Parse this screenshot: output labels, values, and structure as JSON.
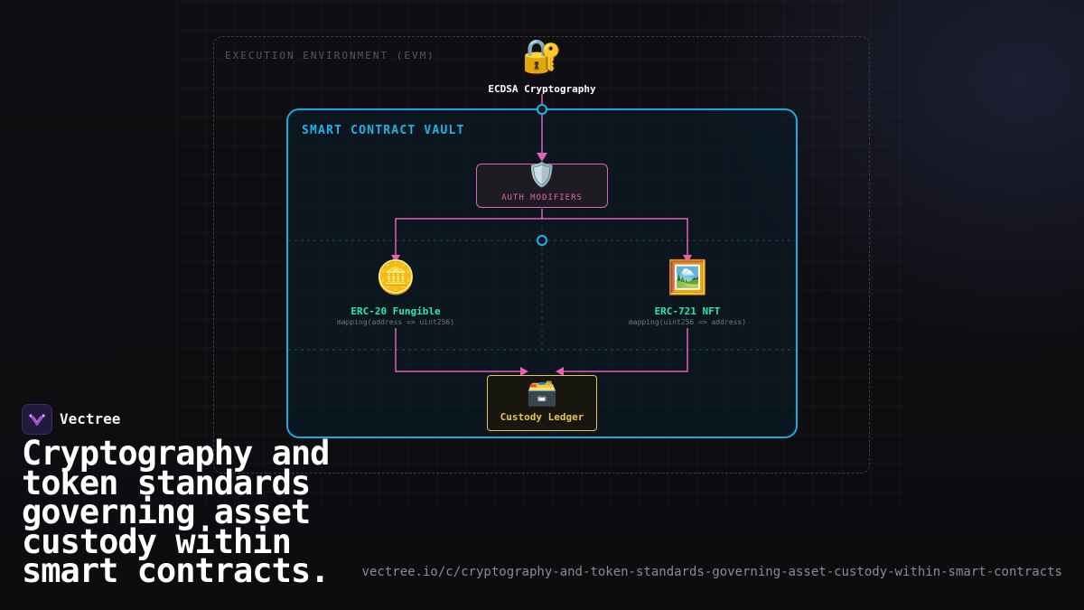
{
  "diagram": {
    "environment_label": "EXECUTION ENVIRONMENT (EVM)",
    "vault_label": "SMART CONTRACT VAULT",
    "nodes": {
      "ecdsa": {
        "icon": "🔐",
        "label": "ECDSA Cryptography"
      },
      "auth": {
        "icon": "🛡️",
        "label": "AUTH MODIFIERS"
      },
      "erc20": {
        "icon": "🪙",
        "label": "ERC-20 Fungible",
        "sublabel": "mapping(address => uint256)"
      },
      "erc721": {
        "icon": "🖼️",
        "label": "ERC-721 NFT",
        "sublabel": "mapping(uint256 => address)"
      },
      "ledger": {
        "icon": "🗃️",
        "label": "Custody Ledger"
      }
    },
    "colors": {
      "vault": "#1aa8e0",
      "wire": "#e560b8",
      "token_label": "#2ee6b0",
      "ledger": "#e8c548"
    }
  },
  "brand": {
    "name": "Vectree",
    "icon": "vectree-logo-icon"
  },
  "headline": "Cryptography and token standards governing asset custody within smart contracts.",
  "url": "vectree.io/c/cryptography-and-token-standards-governing-asset-custody-within-smart-contracts"
}
